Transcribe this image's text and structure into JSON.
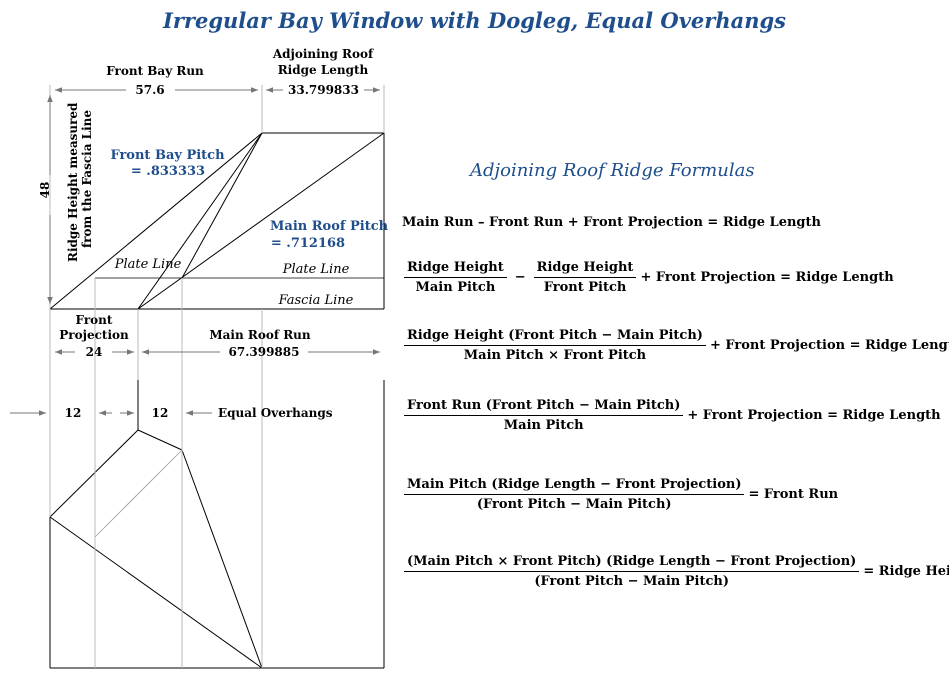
{
  "title": "Irregular Bay Window with Dogleg, Equal Overhangs",
  "labels": {
    "front_bay_run": "Front Bay Run",
    "front_bay_run_value": "57.6",
    "adjoining_roof_ridge_length_l1": "Adjoining Roof",
    "adjoining_roof_ridge_length_l2": "Ridge Length",
    "ridge_length_value": "33.799833",
    "ridge_height_value": "48",
    "ridge_height_l1": "Ridge Height measured",
    "ridge_height_l2": "from the Fascia Line",
    "front_bay_pitch_l1": "Front Bay Pitch",
    "front_bay_pitch_l2": "= .833333",
    "main_roof_pitch_l1": "Main Roof Pitch",
    "main_roof_pitch_l2": "= .712168",
    "plate_line_left": "Plate Line",
    "plate_line_right": "Plate Line",
    "fascia_line": "Fascia Line",
    "front_projection_l1": "Front",
    "front_projection_l2": "Projection",
    "front_projection_value": "24",
    "main_roof_run": "Main Roof Run",
    "main_roof_run_value": "67.399885",
    "overhang_left": "12",
    "overhang_right": "12",
    "equal_overhangs": "Equal Overhangs"
  },
  "formulas": {
    "heading": "Adjoining Roof Ridge Formulas",
    "f1": "Main Run – Front Run + Front Projection = Ridge Length",
    "f2": {
      "frac1_num": "Ridge Height",
      "frac1_den": "Main Pitch",
      "minus": "−",
      "frac2_num": "Ridge Height",
      "frac2_den": "Front Pitch",
      "tail": "+ Front Projection = Ridge Length"
    },
    "f3": {
      "num": "Ridge Height (Front Pitch − Main Pitch)",
      "den": "Main Pitch × Front Pitch",
      "tail": "+ Front Projection = Ridge Length"
    },
    "f4": {
      "num": "Front Run (Front Pitch − Main Pitch)",
      "den": "Main Pitch",
      "tail": "+ Front Projection = Ridge Length"
    },
    "f5": {
      "num": "Main Pitch (Ridge Length − Front Projection)",
      "den": "(Front Pitch − Main Pitch)",
      "tail": "= Front Run"
    },
    "f6": {
      "num": "(Main Pitch × Front Pitch) (Ridge Length − Front Projection)",
      "den": "(Front Pitch − Main Pitch)",
      "tail": "= Ridge Height"
    }
  }
}
